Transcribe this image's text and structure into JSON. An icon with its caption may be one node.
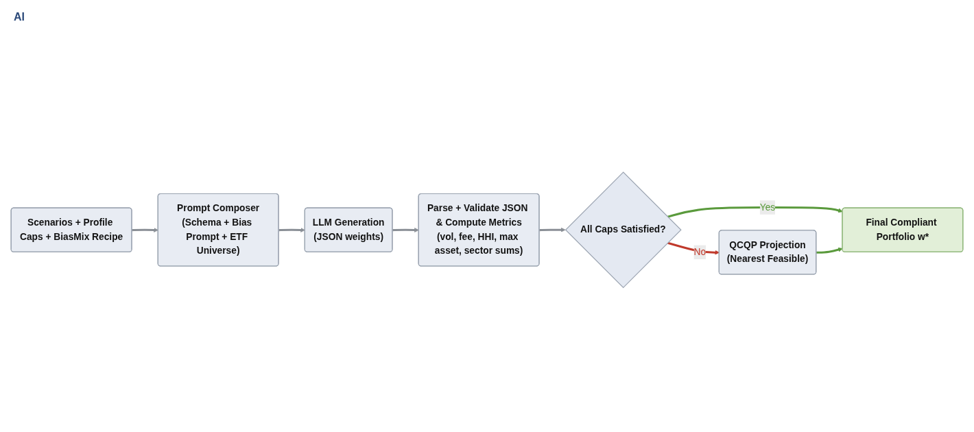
{
  "diagram": {
    "nodes": [
      {
        "text": [
          "Scenarios + Profile Caps + BiasMix Recipe"
        ]
      },
      {
        "text": [
          "Prompt Composer",
          "(Schema + Bias Prompt + ETF Universe)"
        ]
      },
      {
        "text": [
          "LLM Generation",
          "(JSON weights)"
        ]
      },
      {
        "text": [
          "Parse + Validate JSON & Compute Metrics",
          "(vol, fee, HHI, max asset, sector sums)"
        ]
      },
      {
        "text": [
          "All Caps Satisfied?"
        ]
      },
      {
        "text": [
          "QCQP Projection",
          "(Nearest Feasible)"
        ]
      },
      {
        "text": [
          "Final Compliant Portfolio w*"
        ]
      }
    ],
    "edges": [
      {
        "from": 0,
        "to": 1,
        "arrow": "to"
      },
      {
        "from": 1,
        "to": 2,
        "arrow": "to"
      },
      {
        "from": 2,
        "to": 3,
        "arrow": "to"
      },
      {
        "from": 3,
        "to": 4,
        "arrow": "to"
      },
      {
        "from": 4,
        "to": 5,
        "arrow": "to",
        "label": "No",
        "color": "#c0392b"
      },
      {
        "from": 4,
        "to": 6,
        "arrow": "to",
        "label": "Yes",
        "color": "#5a9a3c"
      },
      {
        "from": 5,
        "to": 6,
        "arrow": "to",
        "color": "#5a9a3c"
      }
    ],
    "labels": [
      "AI"
    ]
  }
}
